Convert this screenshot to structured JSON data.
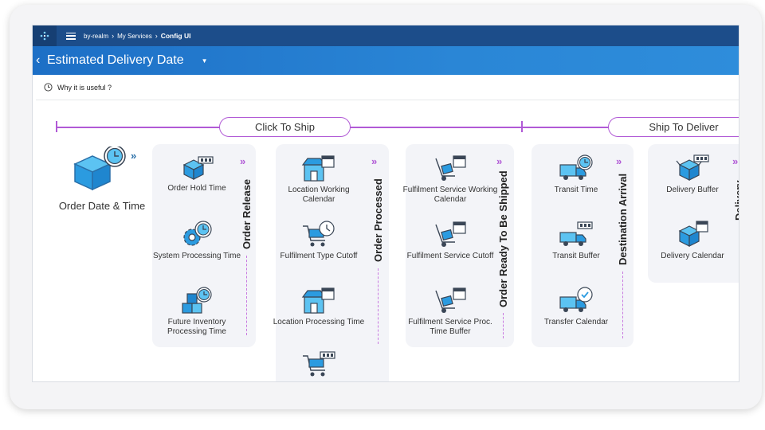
{
  "breadcrumb": {
    "root": "by-realm",
    "section": "My Services",
    "current": "Config UI"
  },
  "page": {
    "title": "Estimated Delivery Date"
  },
  "help": {
    "label": "Why it is useful ?"
  },
  "phases": {
    "click_to_ship": "Click To Ship",
    "ship_to_deliver": "Ship To Deliver"
  },
  "origin": {
    "label": "Order Date & Time"
  },
  "columns": [
    {
      "items": [
        "Order Hold Time",
        "System Processing Time",
        "Future Inventory Processing Time"
      ],
      "milestone": "Order Release"
    },
    {
      "items": [
        "Location Working Calendar",
        "Fulfilment Type Cutoff",
        "Location Processing Time"
      ],
      "milestone": "Order Processed"
    },
    {
      "items": [
        "Fulfilment Service Working Calendar",
        "Fulfilment Service Cutoff",
        "Fulfilment Service Proc. Time Buffer"
      ],
      "milestone": "Order Ready To Be Shipped"
    },
    {
      "items": [
        "Transit Time",
        "Transit Buffer",
        "Transfer Calendar"
      ],
      "milestone": "Destination Arrival"
    },
    {
      "items": [
        "Delivery Buffer",
        "Delivery Calendar"
      ],
      "milestone": "Delivery"
    }
  ],
  "colors": {
    "topbar": "#1c4d8a",
    "titlebar": "#2a86d6",
    "accent": "#b15ad6",
    "icon_blue": "#2b9be0",
    "icon_dark": "#3a4656"
  }
}
